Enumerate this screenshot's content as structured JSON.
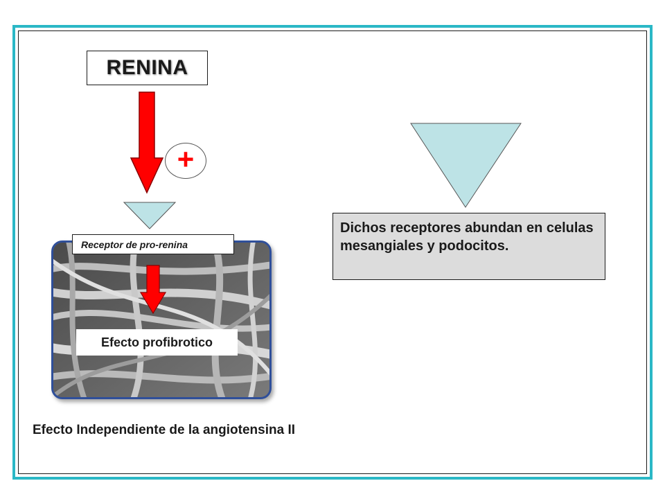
{
  "renina_label": "RENINA",
  "plus_sign": "+",
  "receptor_label": "Receptor de pro-renina",
  "efecto_label": "Efecto profibrotico",
  "info_text": "Dichos receptores abundan en celulas mesangiales y podocitos.",
  "caption": "Efecto Independiente de la angiotensina II",
  "colors": {
    "frame": "#2bb8c6",
    "arrow": "#ff0000",
    "triangle": "#bde3e6",
    "info_box": "#dcdcdc",
    "micro_border": "#2f4f9a"
  },
  "icons": [
    "down-arrow-icon",
    "plus-icon",
    "triangle-icon",
    "micrograph-image"
  ]
}
